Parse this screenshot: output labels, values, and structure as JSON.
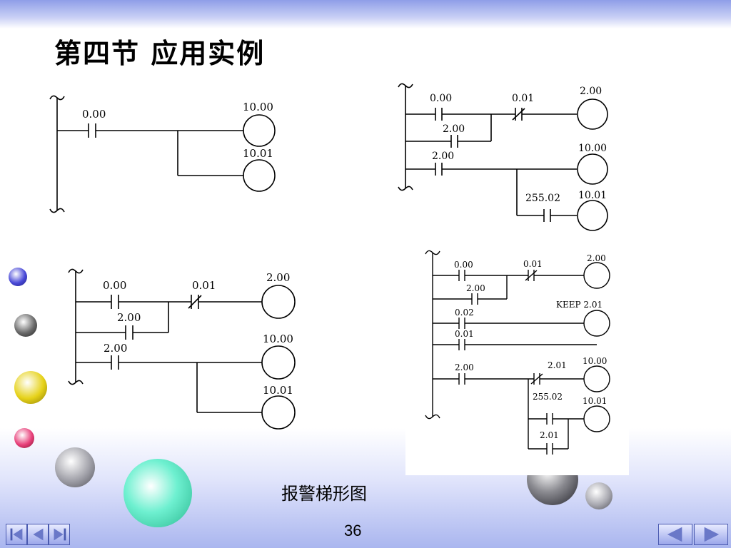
{
  "title": "第四节  应用实例",
  "caption": "报警梯形图",
  "page_number": "36",
  "diagram1": {
    "contact": "0.00",
    "coil_a": "10.00",
    "coil_b": "10.01"
  },
  "diagram2": {
    "c1": "0.00",
    "c2": "0.01",
    "c3": "2.00",
    "c4": "2.00",
    "c5": "255.02",
    "coil_a": "2.00",
    "coil_b": "10.00",
    "coil_c": "10.01"
  },
  "diagram3": {
    "c1": "0.00",
    "c2": "0.01",
    "c3": "2.00",
    "c4": "2.00",
    "coil_a": "2.00",
    "coil_b": "10.00",
    "coil_c": "10.01"
  },
  "diagram4": {
    "c1": "0.00",
    "c2": "0.01",
    "c3": "2.00",
    "c4": "0.02",
    "c5": "0.01",
    "c6": "2.00",
    "c7": "2.01",
    "c8": "255.02",
    "c9": "2.01",
    "coil_a": "2.00",
    "keep_label": "KEEP  2.01",
    "coil_b": "10.00",
    "coil_c": "10.01"
  },
  "nav": {
    "first": "first-slide-icon",
    "prev": "prev-slide-icon",
    "back": "back-icon",
    "forward": "forward-icon"
  }
}
